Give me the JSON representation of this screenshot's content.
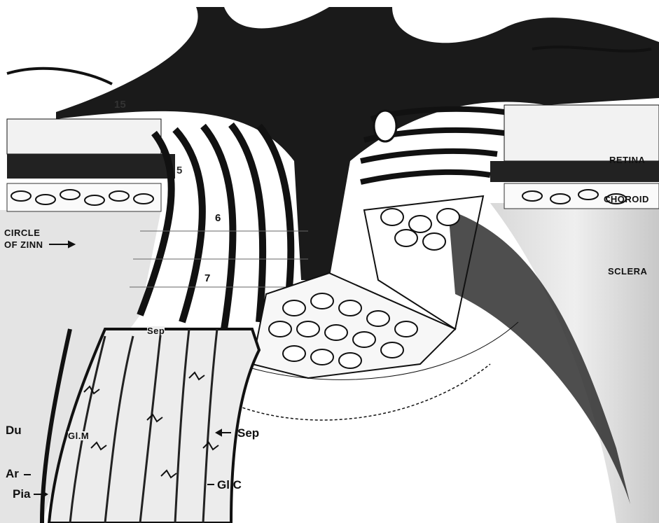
{
  "figure": {
    "labels": {
      "retina": "RETINA",
      "choroid": "CHOROID",
      "circle_of_zinn_1": "CIRCLE",
      "circle_of_zinn_2": "OF ZINN",
      "sclera": "SCLERA",
      "du": "Du",
      "ar": "Ar",
      "pia": "Pia",
      "gl_m": "Gl.M",
      "sep_top": "Sep",
      "sep_right": "Sep",
      "gl_c": "Gl.C",
      "num_15": "15",
      "num_5": "5",
      "num_6": "6",
      "num_7": "7"
    },
    "icons": [
      "arrow-icon"
    ]
  }
}
